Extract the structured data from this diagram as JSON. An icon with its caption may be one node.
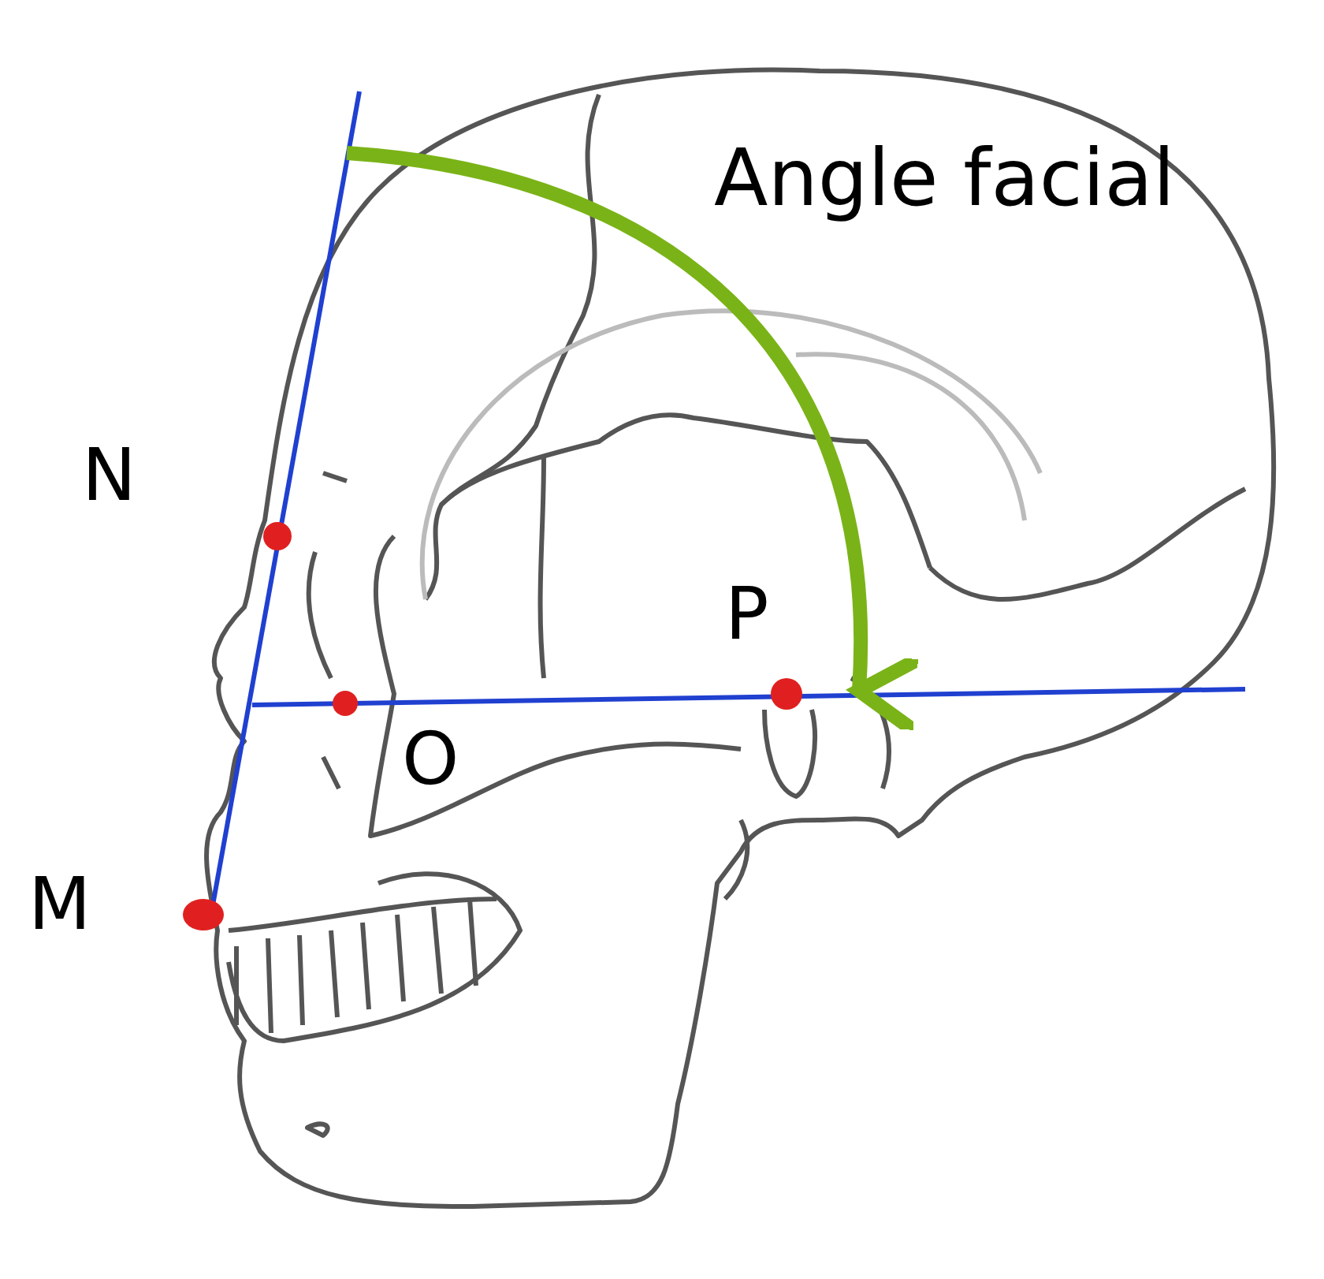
{
  "diagram": {
    "labels": [
      "Angle facial",
      "N",
      "P",
      "O",
      "M"
    ]
  }
}
